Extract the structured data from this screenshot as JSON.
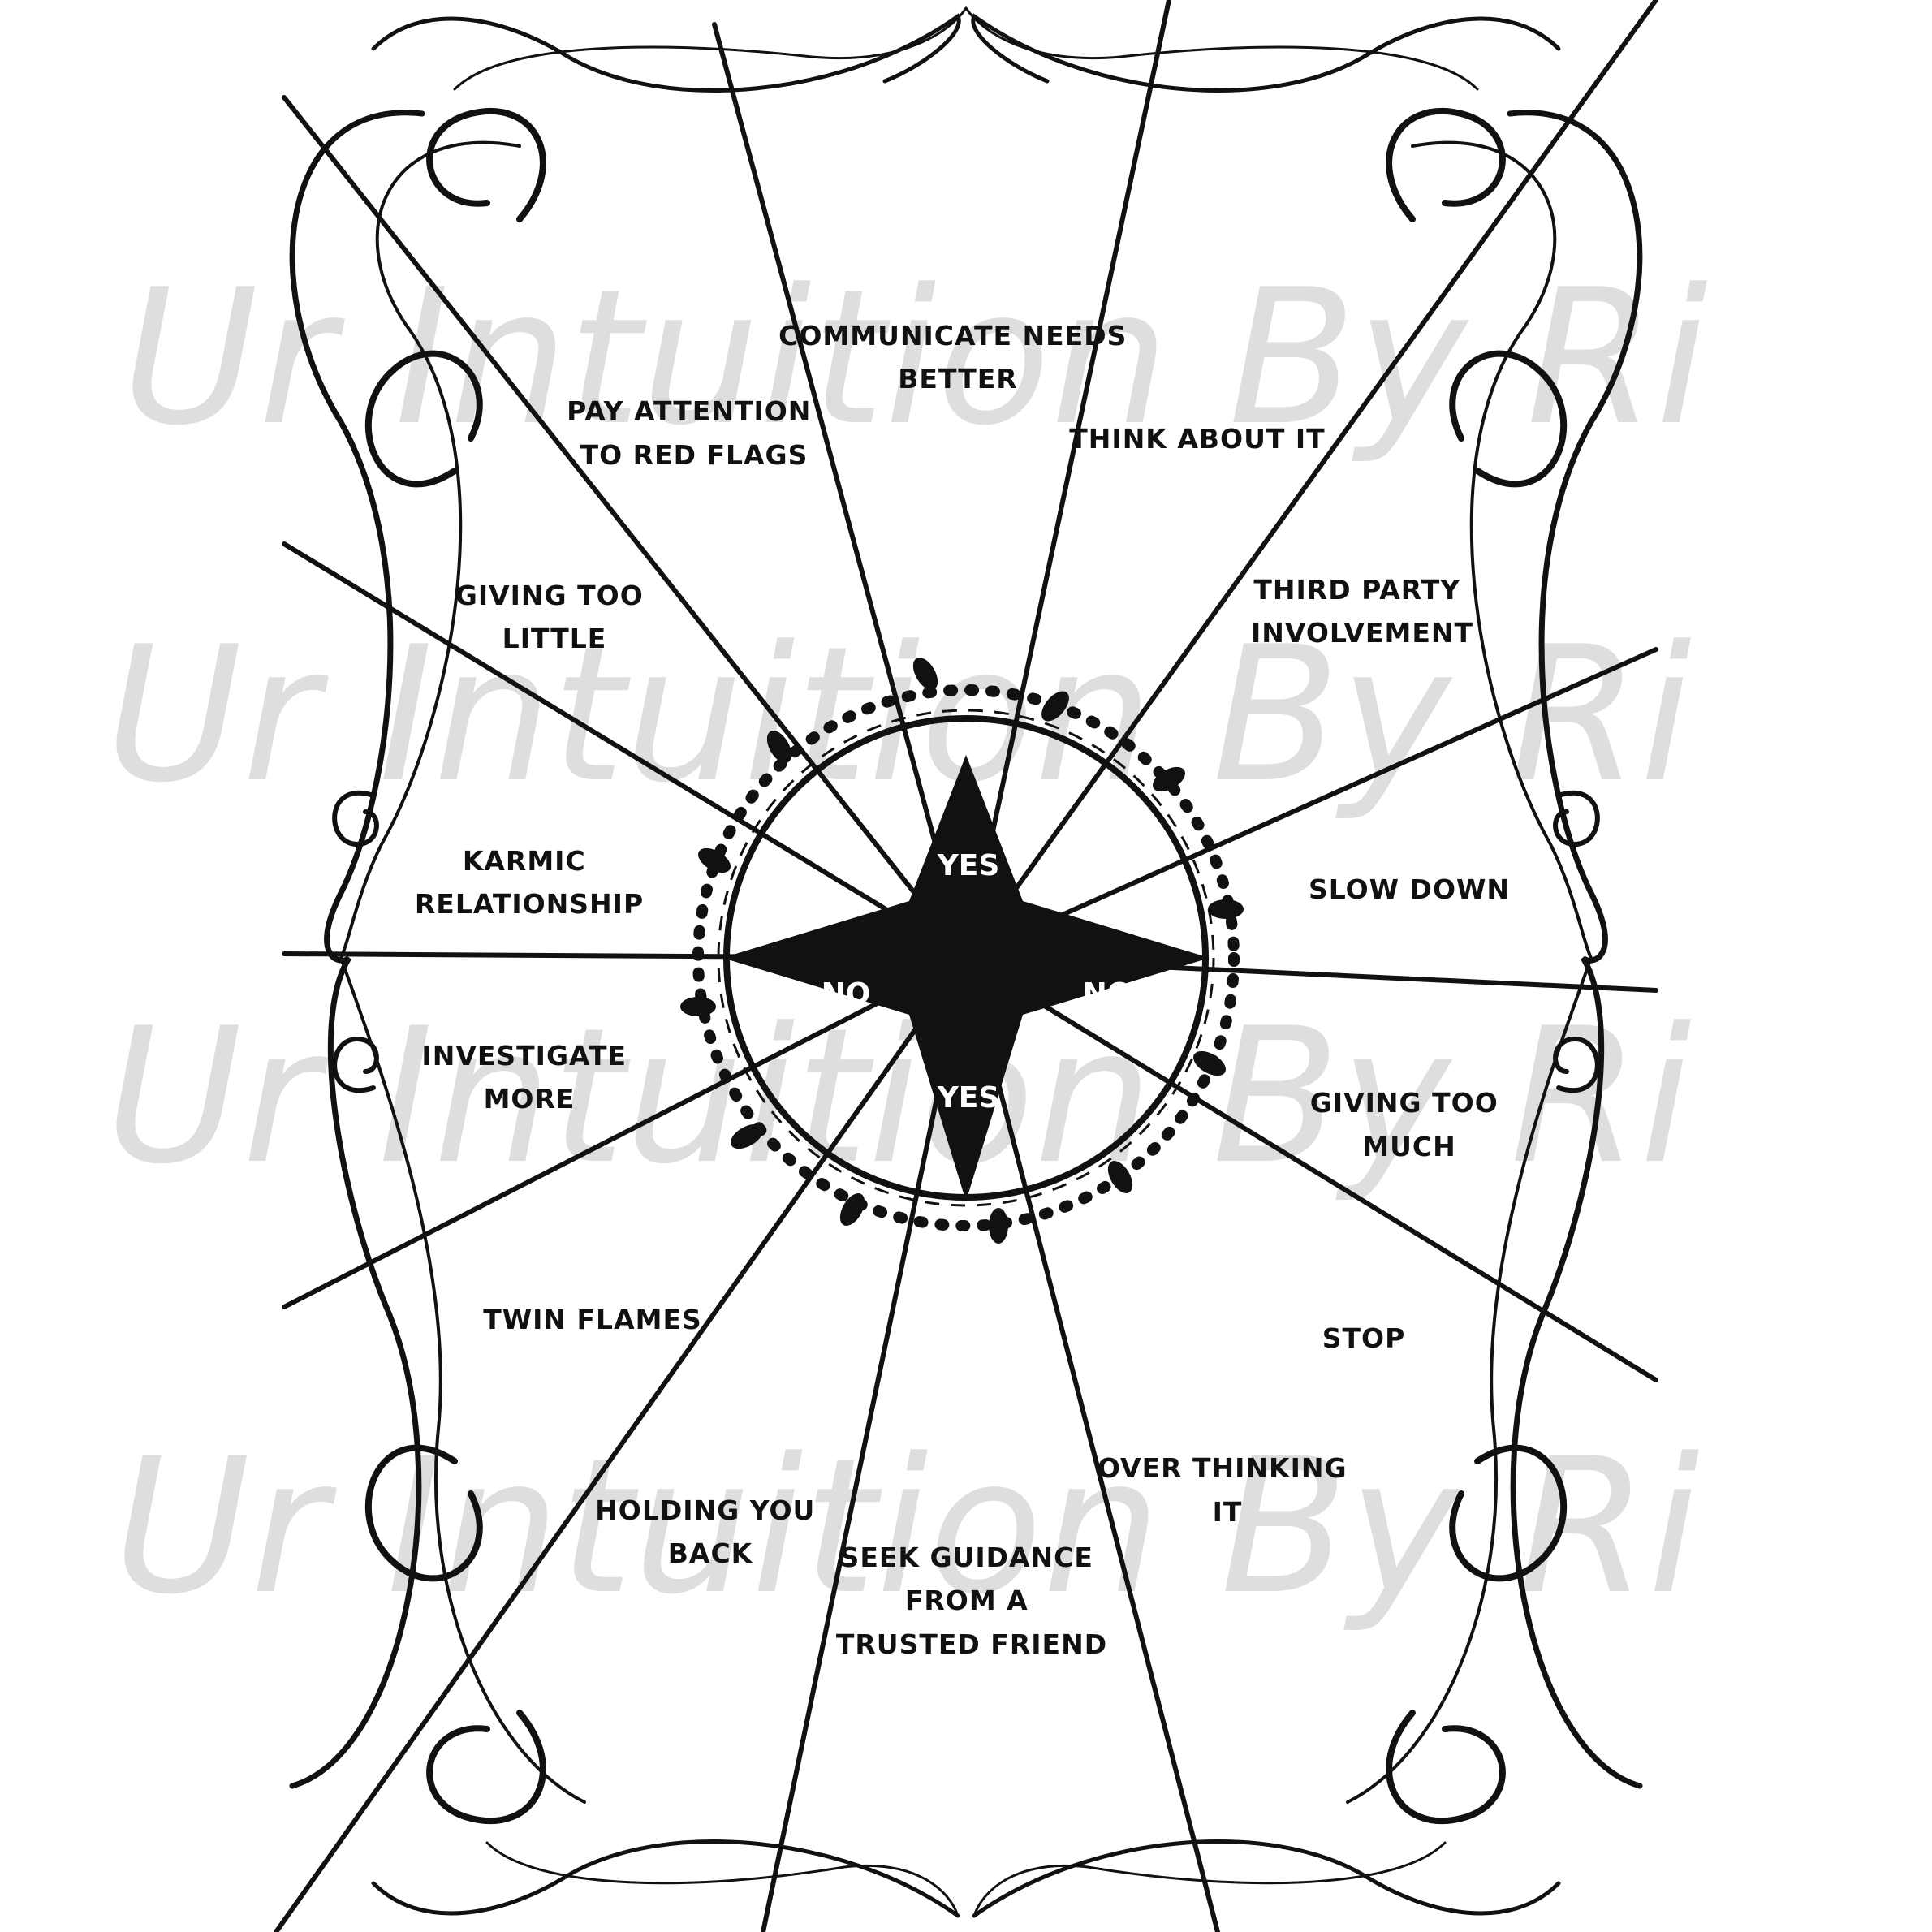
{
  "watermark": "Ur Intuition By Ri",
  "center": {
    "top": "YES",
    "bottom": "YES",
    "left": "NO",
    "right": "NO"
  },
  "segments": [
    {
      "lines": [
        "COMMUNICATE NEEDS",
        "BETTER"
      ]
    },
    {
      "lines": [
        "THINK ABOUT IT"
      ]
    },
    {
      "lines": [
        "THIRD PARTY",
        "INVOLVEMENT"
      ]
    },
    {
      "lines": [
        "SLOW DOWN"
      ]
    },
    {
      "lines": [
        "GIVING TOO",
        "MUCH"
      ]
    },
    {
      "lines": [
        "STOP"
      ]
    },
    {
      "lines": [
        "OVER THINKING",
        "IT"
      ]
    },
    {
      "lines": [
        "SEEK GUIDANCE",
        "FROM A",
        "TRUSTED FRIEND"
      ]
    },
    {
      "lines": [
        "HOLDING YOU",
        "BACK"
      ]
    },
    {
      "lines": [
        "TWIN FLAMES"
      ]
    },
    {
      "lines": [
        "INVESTIGATE",
        "MORE"
      ]
    },
    {
      "lines": [
        "KARMIC",
        "RELATIONSHIP"
      ]
    },
    {
      "lines": [
        "GIVING TOO",
        "LITTLE"
      ]
    },
    {
      "lines": [
        "PAY ATTENTION",
        "TO RED FLAGS"
      ]
    }
  ]
}
